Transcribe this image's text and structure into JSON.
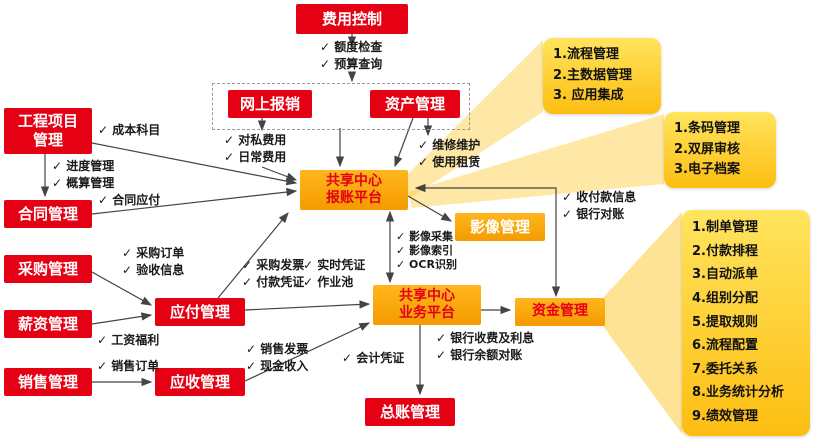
{
  "nodes": {
    "expense_control": "费用控制",
    "project_mgmt": "工程项目\n管理",
    "online_reimbursement": "网上报销",
    "asset_mgmt": "资产管理",
    "contract_mgmt": "合同管理",
    "procurement_mgmt": "采购管理",
    "payroll_mgmt": "薪资管理",
    "sales_mgmt": "销售管理",
    "payable_mgmt": "应付管理",
    "receivable_mgmt": "应收管理",
    "ledger_mgmt": "总账管理",
    "reimbursement_platform": "共享中心\n报账平台",
    "business_platform": "共享中心\n业务平台",
    "image_mgmt": "影像管理",
    "fund_mgmt": "资金管理"
  },
  "checks": {
    "quota_check": "✓ 额度检查",
    "budget_query": "✓ 预算查询",
    "private_expense": "✓ 对私费用",
    "daily_expense": "✓ 日常费用",
    "repair_maintain": "✓ 维修维护",
    "use_lease": "✓ 使用租赁",
    "cost_subject": "✓ 成本科目",
    "progress_mgmt": "✓ 进度管理",
    "estimate_mgmt": "✓ 概算管理",
    "contract_payable": "✓ 合同应付",
    "purchase_order": "✓ 采购订单",
    "acceptance_info": "✓ 验收信息",
    "payroll_welfare": "✓ 工资福利",
    "sales_order": "✓ 销售订单",
    "purchase_invoice": "✓ 采购发票",
    "payment_voucher": "✓ 付款凭证",
    "realtime_voucher": "✓ 实时凭证",
    "job_pool": "✓ 作业池",
    "sales_invoice": "✓ 销售发票",
    "cash_income": "✓ 现金收入",
    "image_capture": "✓ 影像采集",
    "image_index": "✓ 影像索引",
    "ocr_recognition": "✓ OCR识别",
    "receipt_payment_info": "✓ 收付款信息",
    "bank_reconciliation": "✓ 银行对账",
    "accounting_voucher": "✓ 会计凭证",
    "bank_fee_interest": "✓ 银行收费及利息",
    "bank_balance_recon": "✓ 银行余额对账"
  },
  "callouts": {
    "platform_features": {
      "items": [
        "1.流程管理",
        "2.主数据管理",
        "3. 应用集成"
      ]
    },
    "image_features": {
      "items": [
        "1.条码管理",
        "2.双屏审核",
        "3.电子档案"
      ]
    },
    "business_features": {
      "items": [
        "1.制单管理",
        "2.付款排程",
        "3.自动派单",
        "4.组别分配",
        "5.提取规则",
        "6.流程配置",
        "7.委托关系",
        "8.业务统计分析",
        "9.绩效管理"
      ]
    }
  },
  "colors": {
    "node_red": "#e60013",
    "node_orange": "#f7a600",
    "callout_yellow": "#ffd23e",
    "beam_yellow": "#ffc72c",
    "check_text": "#1a1a1a"
  }
}
